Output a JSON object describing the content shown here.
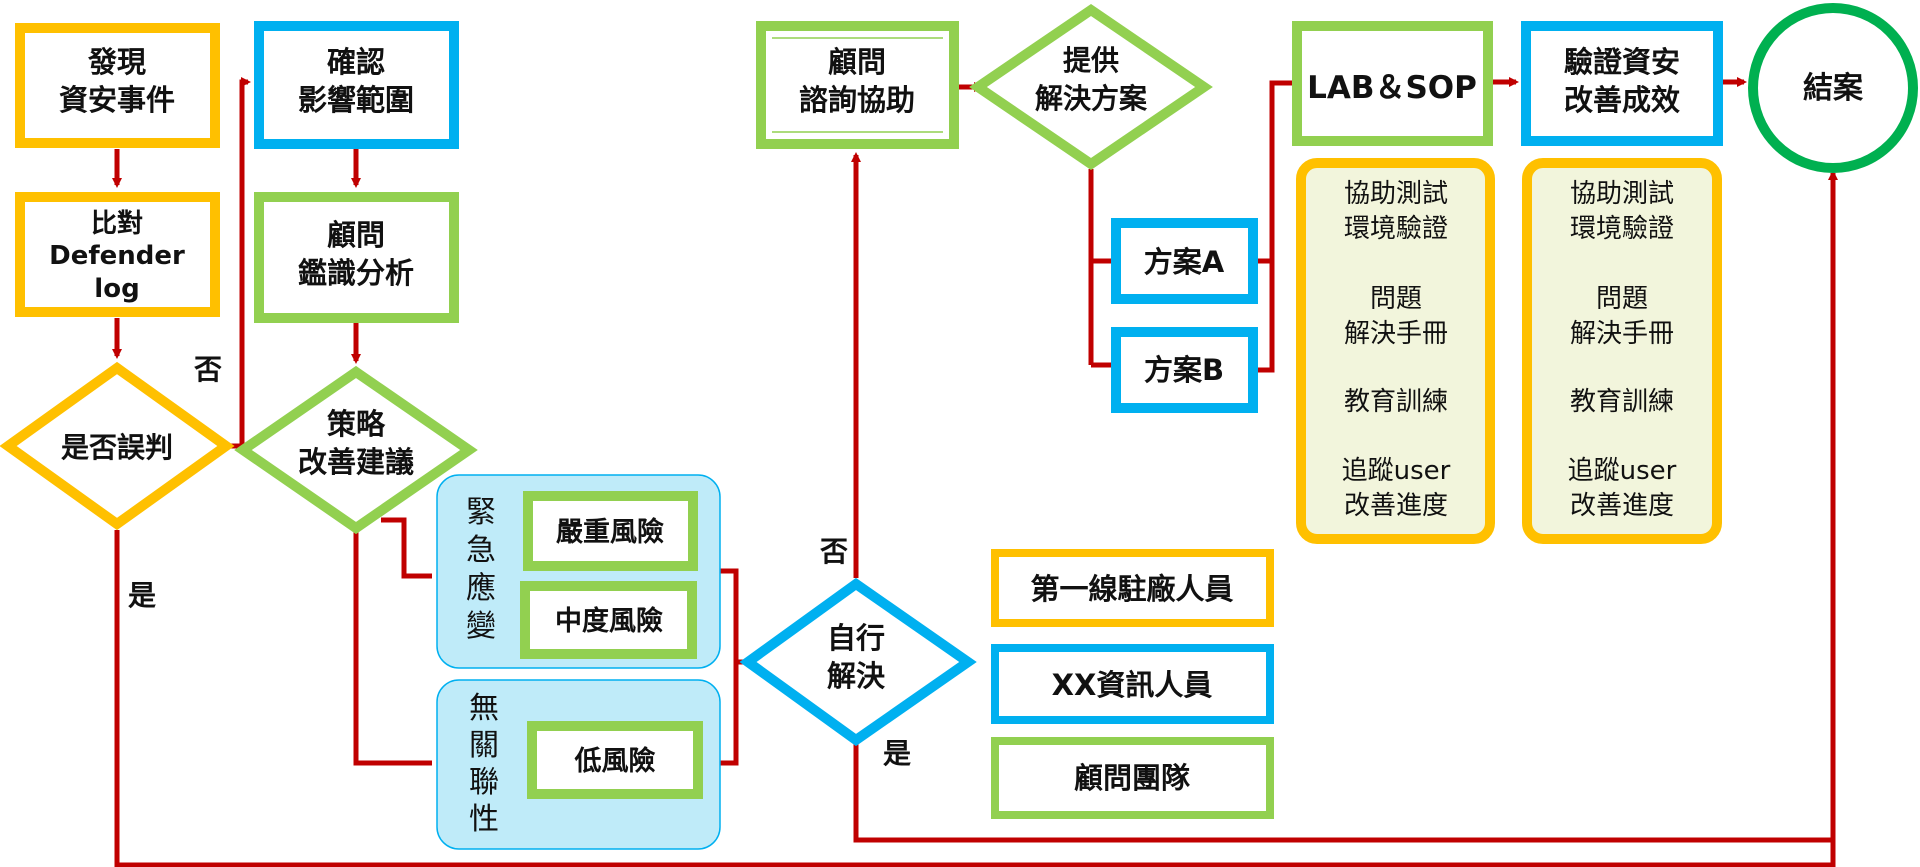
{
  "colors": {
    "yellow": "#FFC000",
    "blue": "#00B0F0",
    "green": "#92D050",
    "end_green": "#00B050",
    "connector_red": "#C00000",
    "group_fill": "#BFEBF9",
    "note_fill": "#F2F5DC"
  },
  "nodes": {
    "discover": {
      "line1": "發現",
      "line2": "資安事件"
    },
    "compare": {
      "line1": "比對",
      "line2": "Defender",
      "line3": "log"
    },
    "misjudge": {
      "label": "是否誤判"
    },
    "confirm": {
      "line1": "確認",
      "line2": "影響範圍"
    },
    "forensics": {
      "line1": "顧問",
      "line2": "鑑識分析"
    },
    "strategy": {
      "line1": "策略",
      "line2": "改善建議"
    },
    "consult": {
      "line1": "顧問",
      "line2": "諮詢協助"
    },
    "provide": {
      "line1": "提供",
      "line2": "解決方案"
    },
    "plan_a": {
      "label": "方案A"
    },
    "plan_b": {
      "label": "方案B"
    },
    "lab_sop": {
      "label": "LAB＆SOP"
    },
    "verify": {
      "line1": "驗證資安",
      "line2": "改善成效"
    },
    "close": {
      "label": "結案"
    },
    "self_solve": {
      "line1": "自行",
      "line2": "解決"
    }
  },
  "risk_groups": {
    "emergency": {
      "vertical_label": [
        "緊",
        "急",
        "應",
        "變"
      ],
      "high": "嚴重風險",
      "medium": "中度風險"
    },
    "unrelated": {
      "vertical_label": [
        "無",
        "關",
        "聯",
        "性"
      ],
      "low": "低風險"
    }
  },
  "notes": {
    "lab": [
      "協助測試",
      "環境驗證",
      "",
      "問題",
      "解決手冊",
      "",
      "教育訓練",
      "",
      "追蹤user",
      "改善進度"
    ],
    "verify": [
      "協助測試",
      "環境驗證",
      "",
      "問題",
      "解決手冊",
      "",
      "教育訓練",
      "",
      "追蹤user",
      "改善進度"
    ]
  },
  "edge_labels": {
    "no_misjudge": "否",
    "yes_misjudge": "是",
    "no_self": "否",
    "yes_self": "是"
  },
  "legend": {
    "onsite": "第一線駐廠人員",
    "it_staff": "XX資訊人員",
    "consultants": "顧問團隊"
  }
}
